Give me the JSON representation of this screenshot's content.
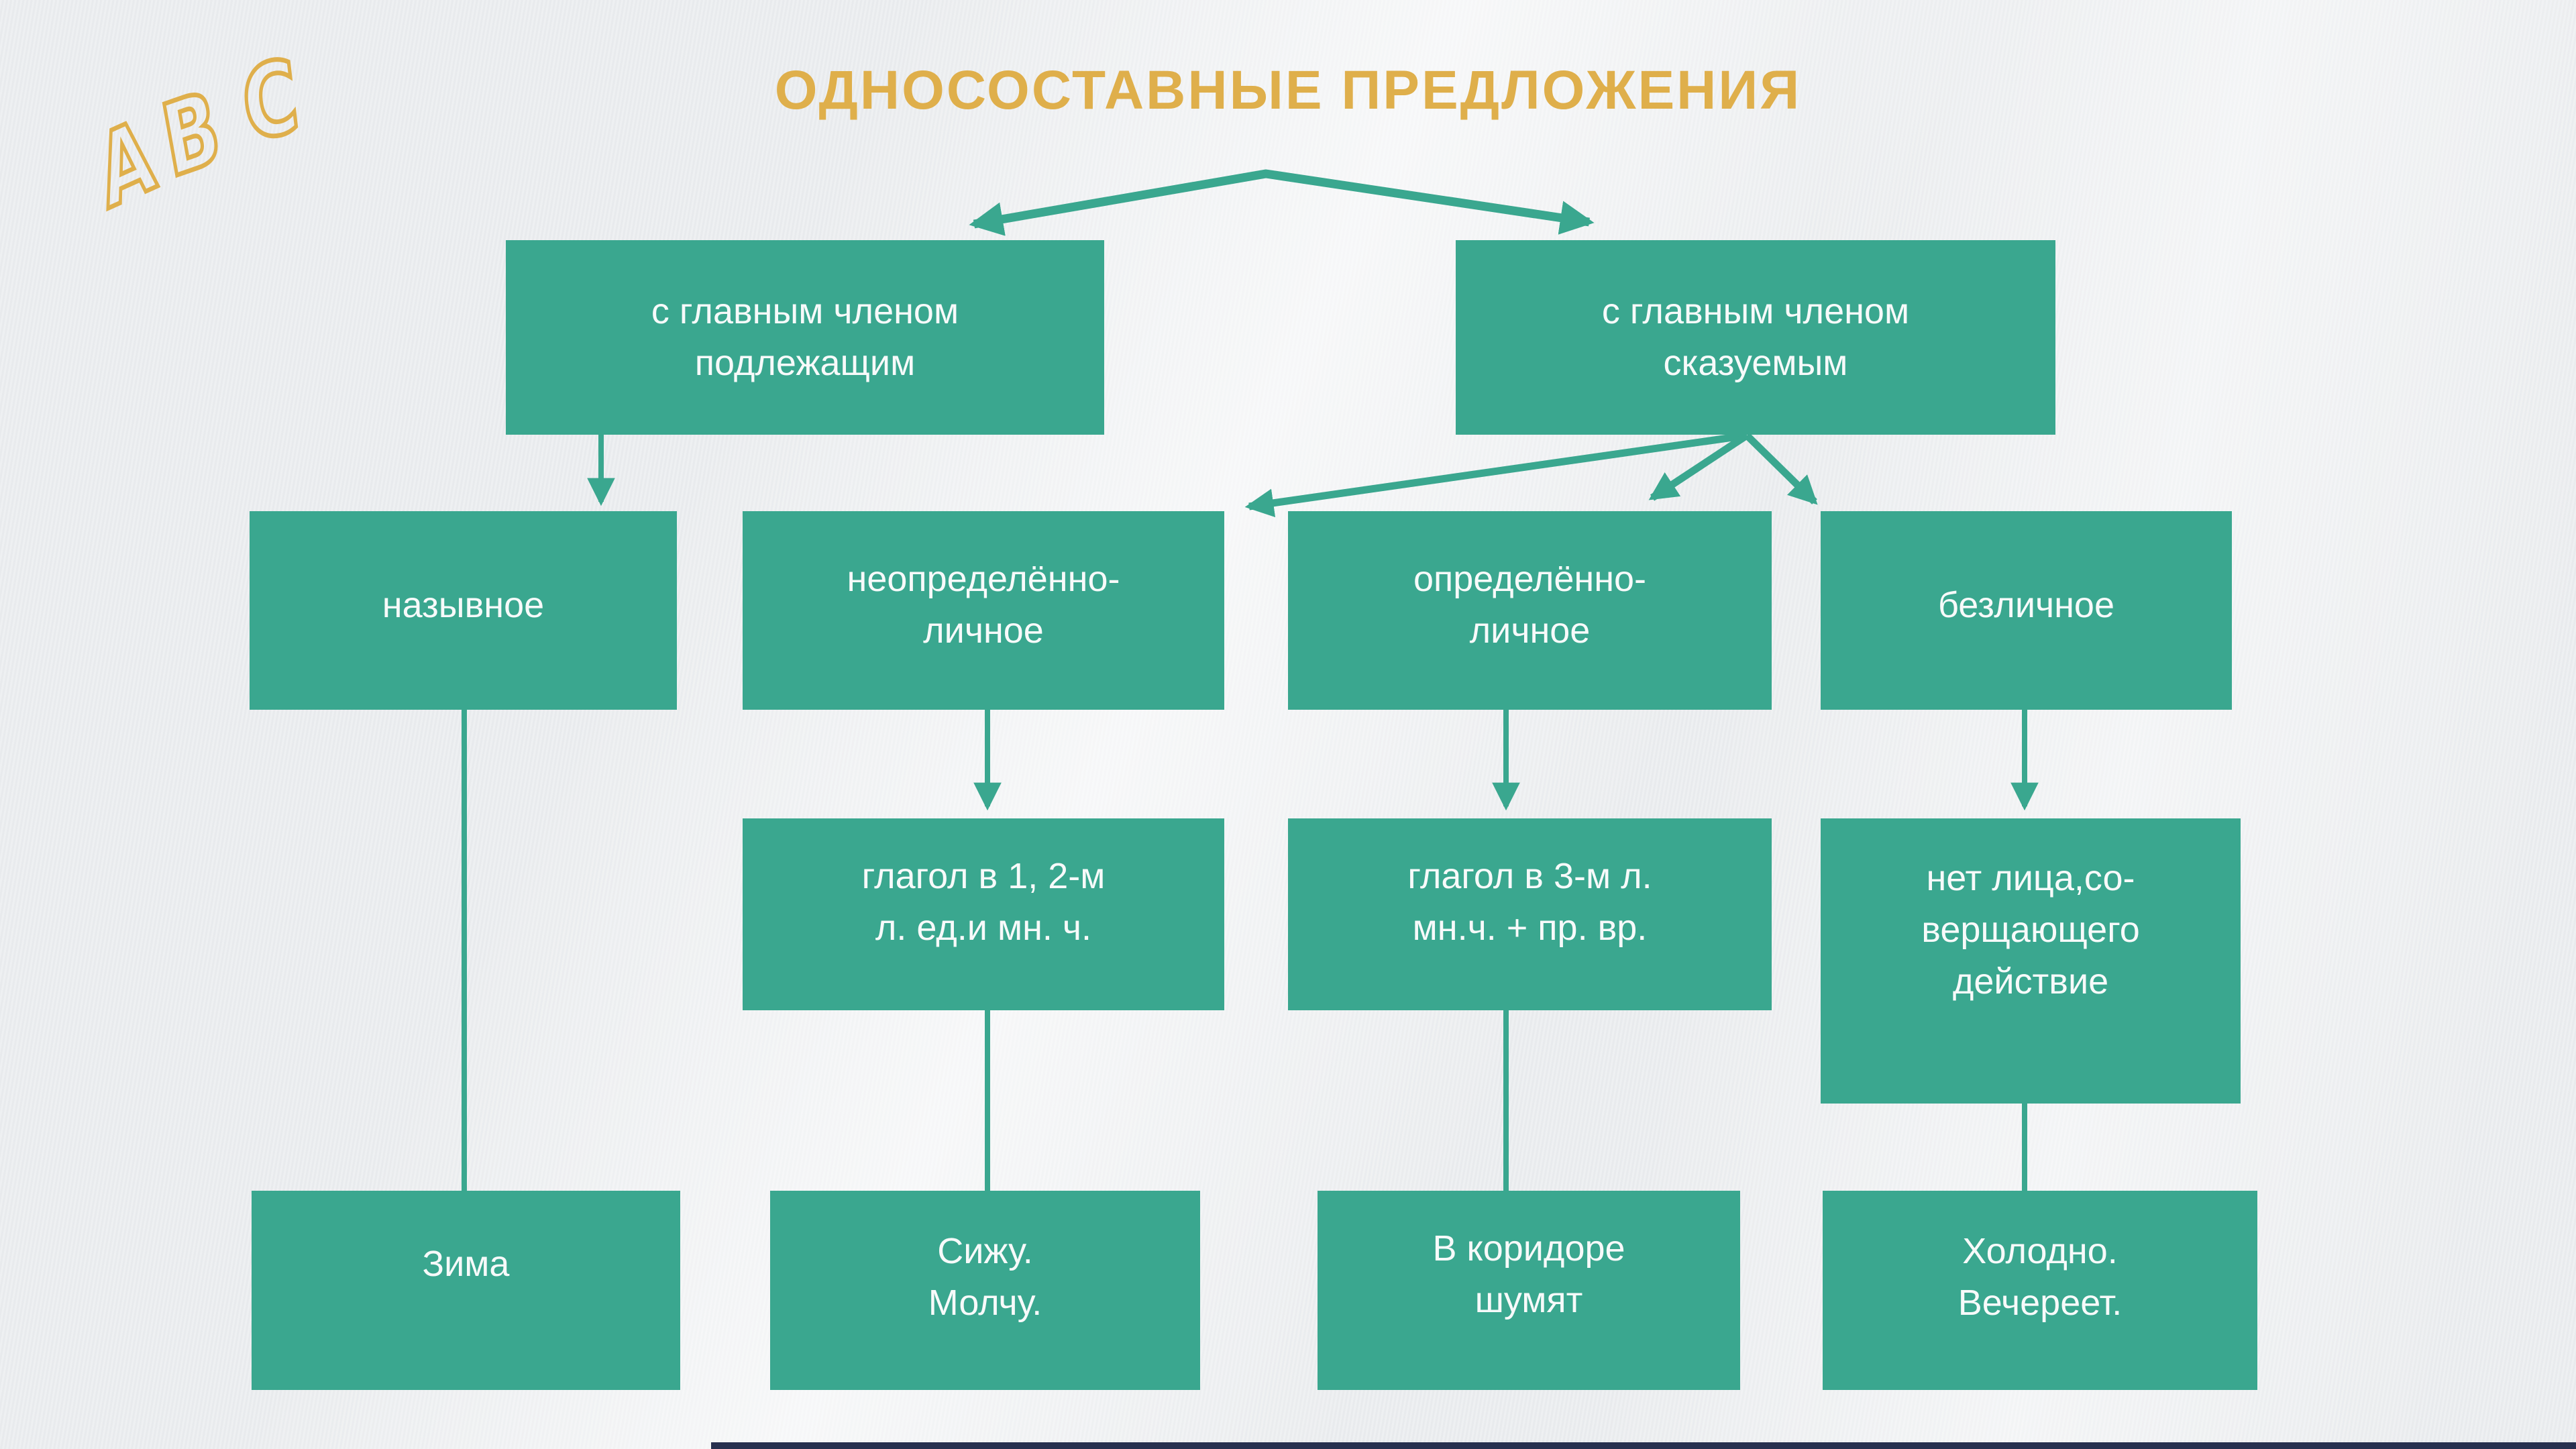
{
  "title": "ОДНОСОСТАВНЫЕ ПРЕДЛОЖЕНИЯ",
  "decoration": {
    "letters": [
      "A",
      "B",
      "C"
    ]
  },
  "colors": {
    "box_fill": "#3aa78f",
    "arrow": "#3aa78f",
    "title_text": "#dfaf4b",
    "box_text": "#f7fafa",
    "background": "#eceef0",
    "bottom_bar": "#27304f"
  },
  "branches": [
    {
      "id": "subject",
      "label": "с главным членом\nподлежащим"
    },
    {
      "id": "predicate",
      "label": "с главным членом\nсказуемым"
    }
  ],
  "columns": [
    {
      "parent": "subject",
      "type_label": "назывное",
      "rule": "",
      "example": "Зима"
    },
    {
      "parent": "predicate",
      "type_label": "неопределённо-\nличное",
      "rule": "глагол в 1, 2-м\nл. ед.и мн. ч.",
      "example": "Сижу.\nМолчу."
    },
    {
      "parent": "predicate",
      "type_label": "определённо-\nличное",
      "rule": "глагол в 3-м л.\nмн.ч. + пр. вр.",
      "example": "В коридоре\nшумят"
    },
    {
      "parent": "predicate",
      "type_label": "безличное",
      "rule": "нет лица,со-\nверщающего\nдействие",
      "example": "Холодно.\nВечереет."
    }
  ]
}
